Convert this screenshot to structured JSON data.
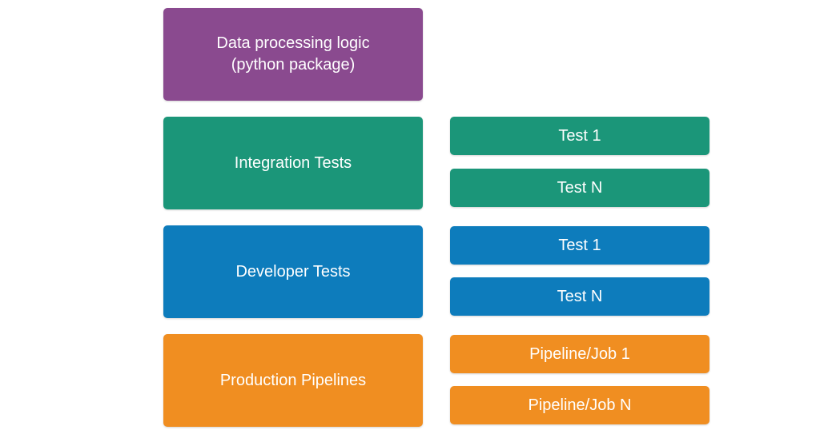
{
  "colors": {
    "purple": "#8a4a8f",
    "teal": "#1b9679",
    "blue": "#0d7cbc",
    "orange": "#f08e21",
    "text": "#ffffff",
    "background": "#ffffff"
  },
  "top_node": {
    "line1": "Data processing logic",
    "line2": "(python package)"
  },
  "rows": [
    {
      "label": "Integration Tests",
      "items": [
        "Test 1",
        "Test N"
      ]
    },
    {
      "label": "Developer Tests",
      "items": [
        "Test 1",
        "Test N"
      ]
    },
    {
      "label": "Production Pipelines",
      "items": [
        "Pipeline/Job 1",
        "Pipeline/Job N"
      ]
    }
  ]
}
